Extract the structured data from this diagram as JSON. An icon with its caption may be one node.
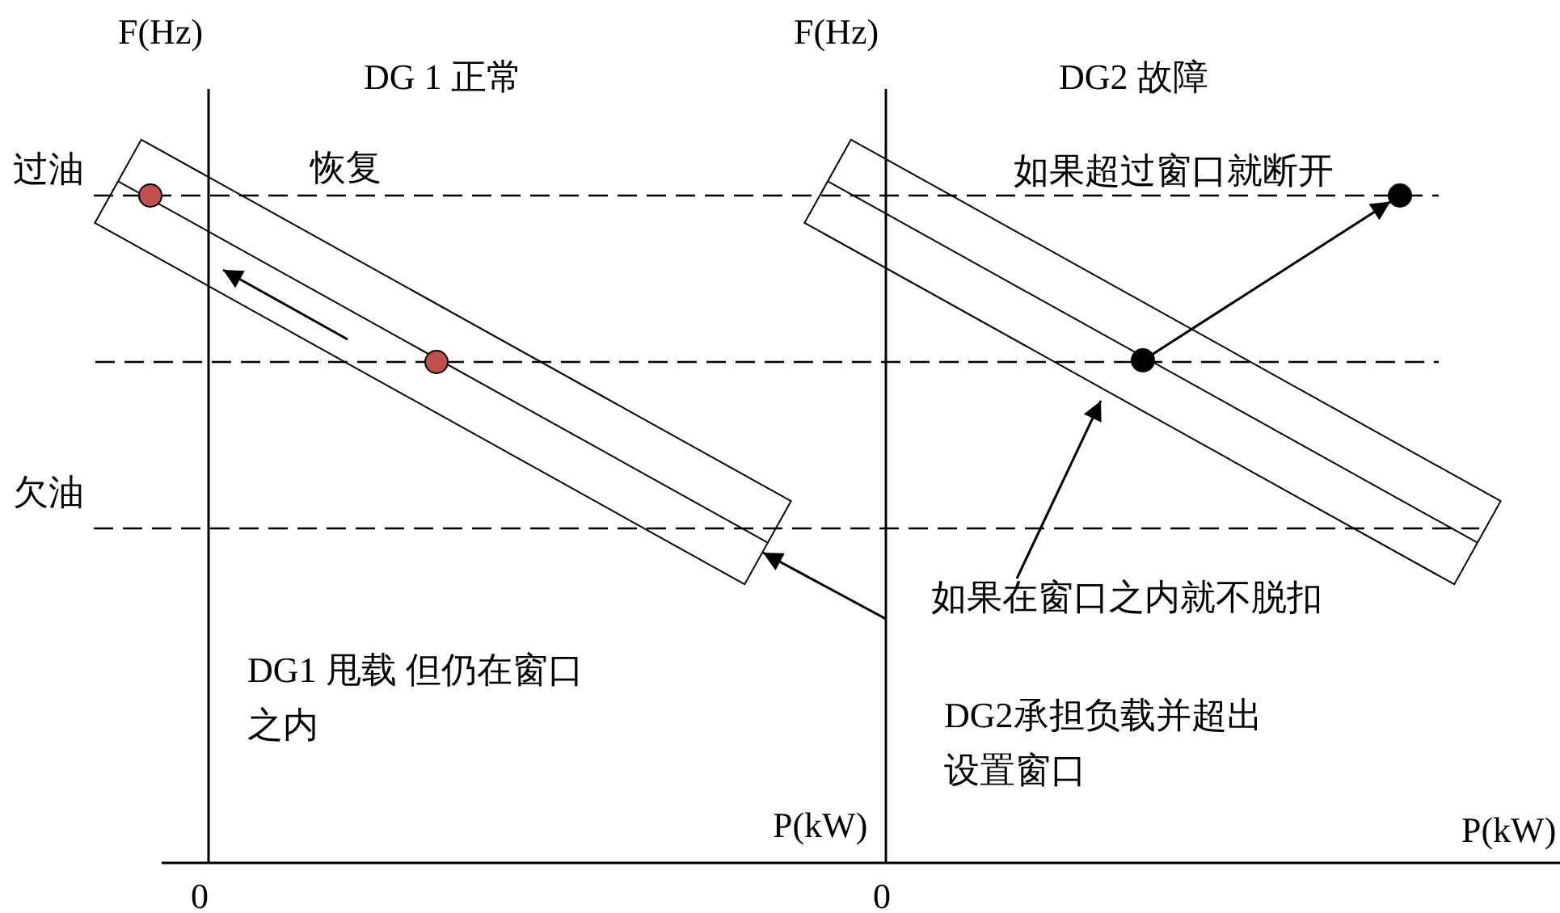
{
  "diagram": {
    "nodes": [
      {
        "text": [],
        "shape": "box"
      },
      {
        "text": [],
        "shape": "box"
      },
      {
        "text": [],
        "shape": "circle",
        "in": 0
      },
      {
        "text": [],
        "shape": "circle",
        "in": 0
      },
      {
        "text": [],
        "shape": "circle",
        "in": 1
      },
      {
        "text": [],
        "shape": "circle"
      },
      {
        "text": [
          "如果在窗口之内就不脱扣"
        ]
      }
    ],
    "edges": [
      {
        "from": 4,
        "to": 5,
        "arrow": "to"
      },
      {
        "from": 6,
        "to": 1,
        "arrow": "to"
      },
      {
        "from": null,
        "to": 0,
        "arrow": "to"
      }
    ],
    "labels": [
      "F(Hz)",
      "DG 1 正常",
      "F(Hz)",
      "DG2 故障",
      "过油",
      "恢复",
      "如果超过窗口就断开",
      "欠油",
      "DG1 甩载 但仍在窗口之内",
      "DG2承担负载并超出设置窗口",
      "P(kW)",
      "P(kW)",
      "0",
      "0"
    ]
  }
}
